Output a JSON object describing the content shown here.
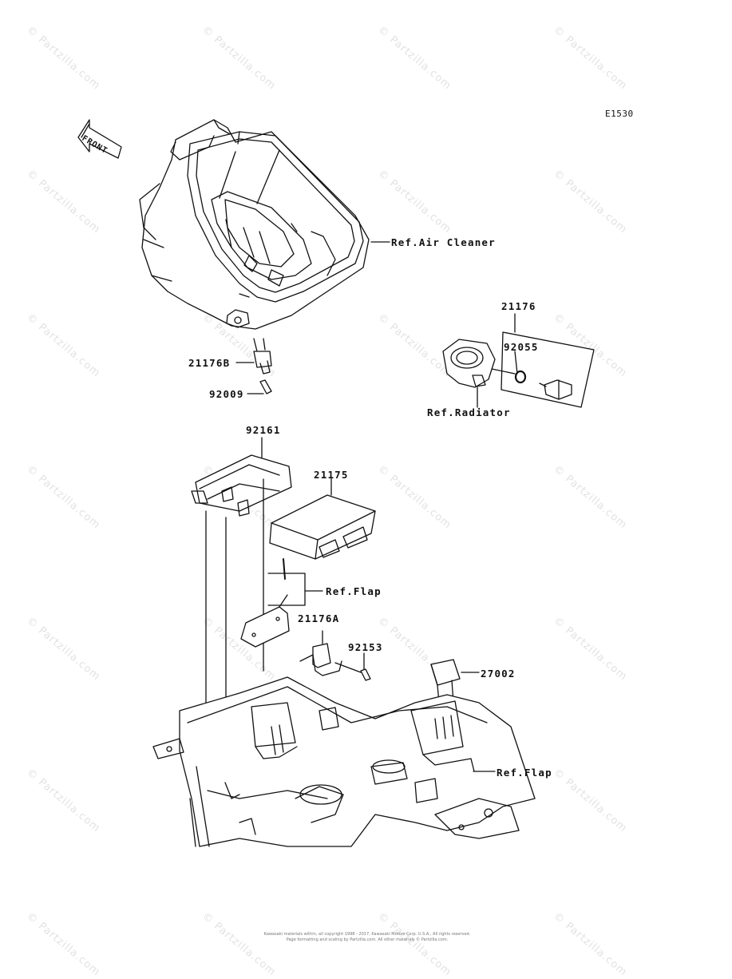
{
  "diagram_code": "E1530",
  "front_arrow": "FRONT",
  "watermark": "© Partzilla.com",
  "labels": {
    "ref_air_cleaner": "Ref.Air Cleaner",
    "p21176": "21176",
    "p92055": "92055",
    "ref_radiator": "Ref.Radiator",
    "p21176B": "21176B",
    "p92009": "92009",
    "p92161": "92161",
    "p21175": "21175",
    "ref_flap_1": "Ref.Flap",
    "p21176A": "21176A",
    "p92153": "92153",
    "p27002": "27002",
    "ref_flap_2": "Ref.Flap"
  },
  "footer": {
    "line1": "Kawasaki materials within, all copyright 1998 - 2017, Kawasaki Motors Corp. U.S.A., All rights reserved.",
    "line2": "Page formatting and scaling by Partzilla.com. All other materials © Partzilla.com."
  }
}
